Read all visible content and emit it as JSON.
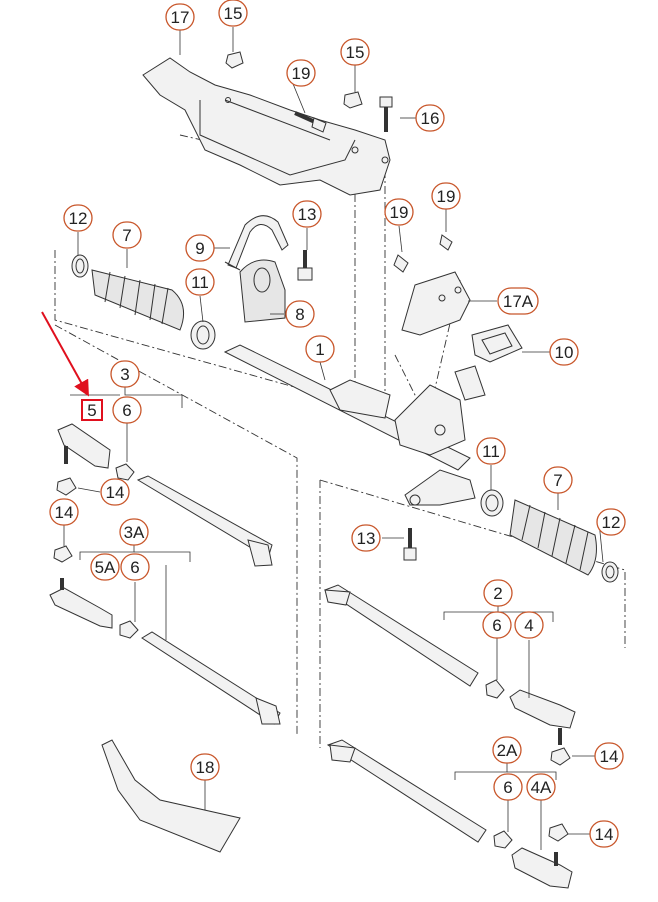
{
  "colors": {
    "callout_ring": "#c8562a",
    "highlight_box": "#e0101e",
    "arrow": "#e0101e",
    "line_art": "#333333",
    "part_fill": "#f2f2f2",
    "boot_fill": "#e6e6e6"
  },
  "highlighted_callout": "5",
  "callouts": {
    "c17": "17",
    "c15a": "15",
    "c15b": "15",
    "c19a": "19",
    "c16": "16",
    "c19b": "19",
    "c19c": "19",
    "c12a": "12",
    "c7a": "7",
    "c9": "9",
    "c13a": "13",
    "c11a": "11",
    "c8": "8",
    "c17a": "17A",
    "c10": "10",
    "c1": "1",
    "c3": "3",
    "c5": "5",
    "c6a": "6",
    "c14a": "14",
    "c14b": "14",
    "c3a": "3A",
    "c5a": "5A",
    "c6b": "6",
    "c11b": "11",
    "c7b": "7",
    "c12b": "12",
    "c13b": "13",
    "c2": "2",
    "c6c": "6",
    "c4": "4",
    "c14c": "14",
    "c18": "18",
    "c2a": "2A",
    "c6d": "6",
    "c4a": "4A",
    "c14d": "14"
  }
}
